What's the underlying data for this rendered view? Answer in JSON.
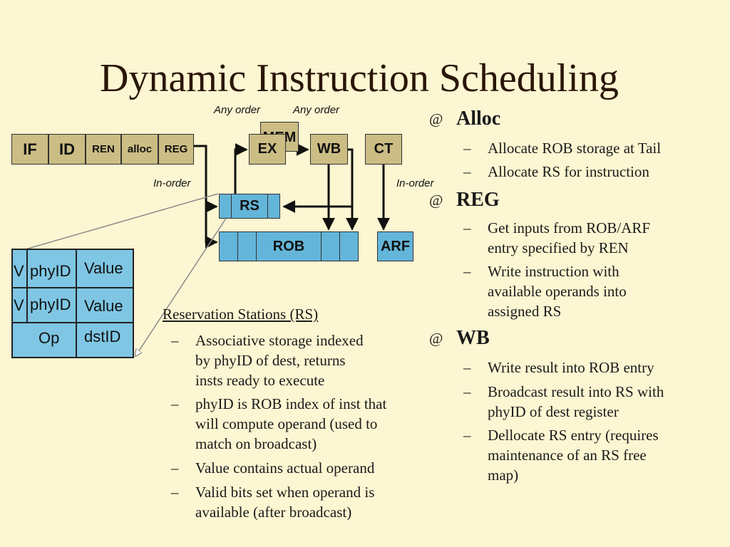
{
  "title": "Dynamic Instruction Scheduling",
  "pipeline": {
    "stages": {
      "if": "IF",
      "id": "ID",
      "ren": "REN",
      "alloc": "alloc",
      "reg": "REG",
      "mem": "MEM",
      "ex": "EX",
      "wb": "WB",
      "ct": "CT",
      "rs": "RS",
      "rob": "ROB",
      "arf": "ARF"
    },
    "labels": {
      "any_order_1": "Any order",
      "any_order_2": "Any order",
      "in_order_1": "In-order",
      "in_order_2": "In-order"
    }
  },
  "rs_entry": {
    "row1": {
      "v": "V",
      "phyid": "phyID",
      "value": "Value"
    },
    "row2": {
      "v": "V",
      "phyid": "phyID",
      "value": "Value"
    },
    "row3": {
      "op": "Op",
      "dstid": "dstID"
    }
  },
  "rs_section": {
    "heading": "Reservation Stations (RS)",
    "dash": "–",
    "items": [
      [
        "Associative storage indexed",
        "by phyID of dest, returns",
        "insts ready to execute"
      ],
      [
        "phyID is ROB index of inst that",
        "will compute operand (used to",
        "match on broadcast)"
      ],
      [
        "Value contains actual operand"
      ],
      [
        "Valid bits set when operand is",
        "available (after broadcast)"
      ]
    ]
  },
  "right": {
    "bullet": "@",
    "dash": "–",
    "sections": [
      {
        "heading": "Alloc",
        "items": [
          [
            "Allocate ROB storage at Tail"
          ],
          [
            "Allocate RS for instruction"
          ]
        ]
      },
      {
        "heading": "REG",
        "items": [
          [
            "Get inputs from ROB/ARF",
            "entry specified by REN"
          ],
          [
            "Write instruction with",
            "available operands into",
            "assigned RS"
          ]
        ]
      },
      {
        "heading": "WB",
        "items": [
          [
            "Write result into ROB entry"
          ],
          [
            "Broadcast result into RS with",
            "phyID of dest register"
          ],
          [
            "Dellocate RS entry (requires",
            "maintenance of an RS free",
            "map)"
          ]
        ]
      }
    ]
  }
}
